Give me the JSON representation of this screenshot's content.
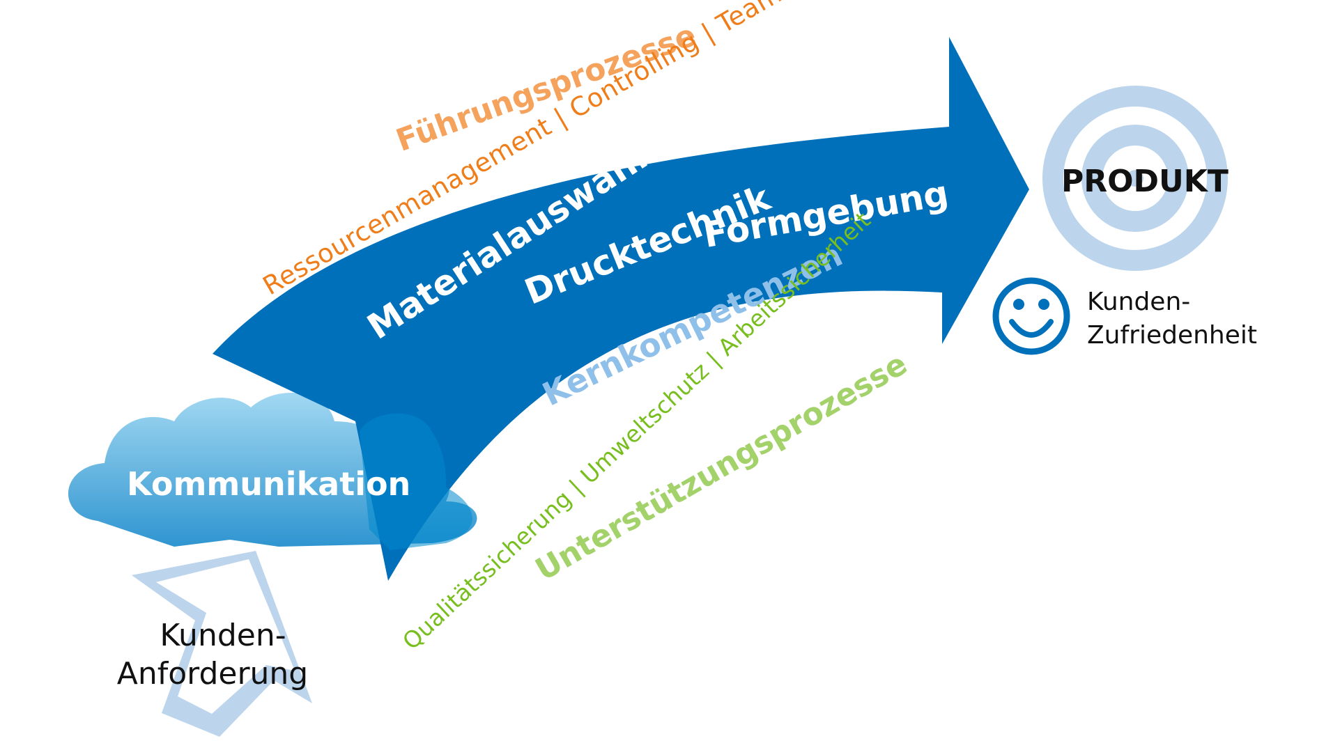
{
  "colors": {
    "arrow_blue": "#0070bb",
    "light_blue": "#bcd5ec",
    "cloud_top": "#a2d8f2",
    "cloud_bottom": "#2f95d0",
    "orange_head": "#f5a25d",
    "orange_sub": "#ef7d1a",
    "green_head": "#a3d16a",
    "green_sub": "#77be1e",
    "core_title": "#8fc0ea"
  },
  "leadership": {
    "title": "Führungsprozesse",
    "items": "Ressourcenmanagement | Controlling | Teamwork"
  },
  "core": {
    "items": [
      "Materialauswahl",
      "Drucktechnik",
      "Formgebung"
    ],
    "title": "Kernkompetenzen"
  },
  "support": {
    "items": "Qualitätssicherung | Umweltschutz | Arbeitssicherheit",
    "title": "Unterstützungsprozesse"
  },
  "communication": {
    "label": "Kommunikation"
  },
  "input": {
    "line1": "Kunden-",
    "line2": "Anforderung"
  },
  "output": {
    "product": "PRODUKT",
    "satisfaction_line1": "Kunden-",
    "satisfaction_line2": "Zufriedenheit"
  },
  "icons": {
    "target": "target-icon",
    "smiley": "smiley-icon",
    "cloud": "cloud-icon",
    "input_arrow": "arrow-up-outline-icon",
    "main_arrow": "curved-arrow"
  }
}
